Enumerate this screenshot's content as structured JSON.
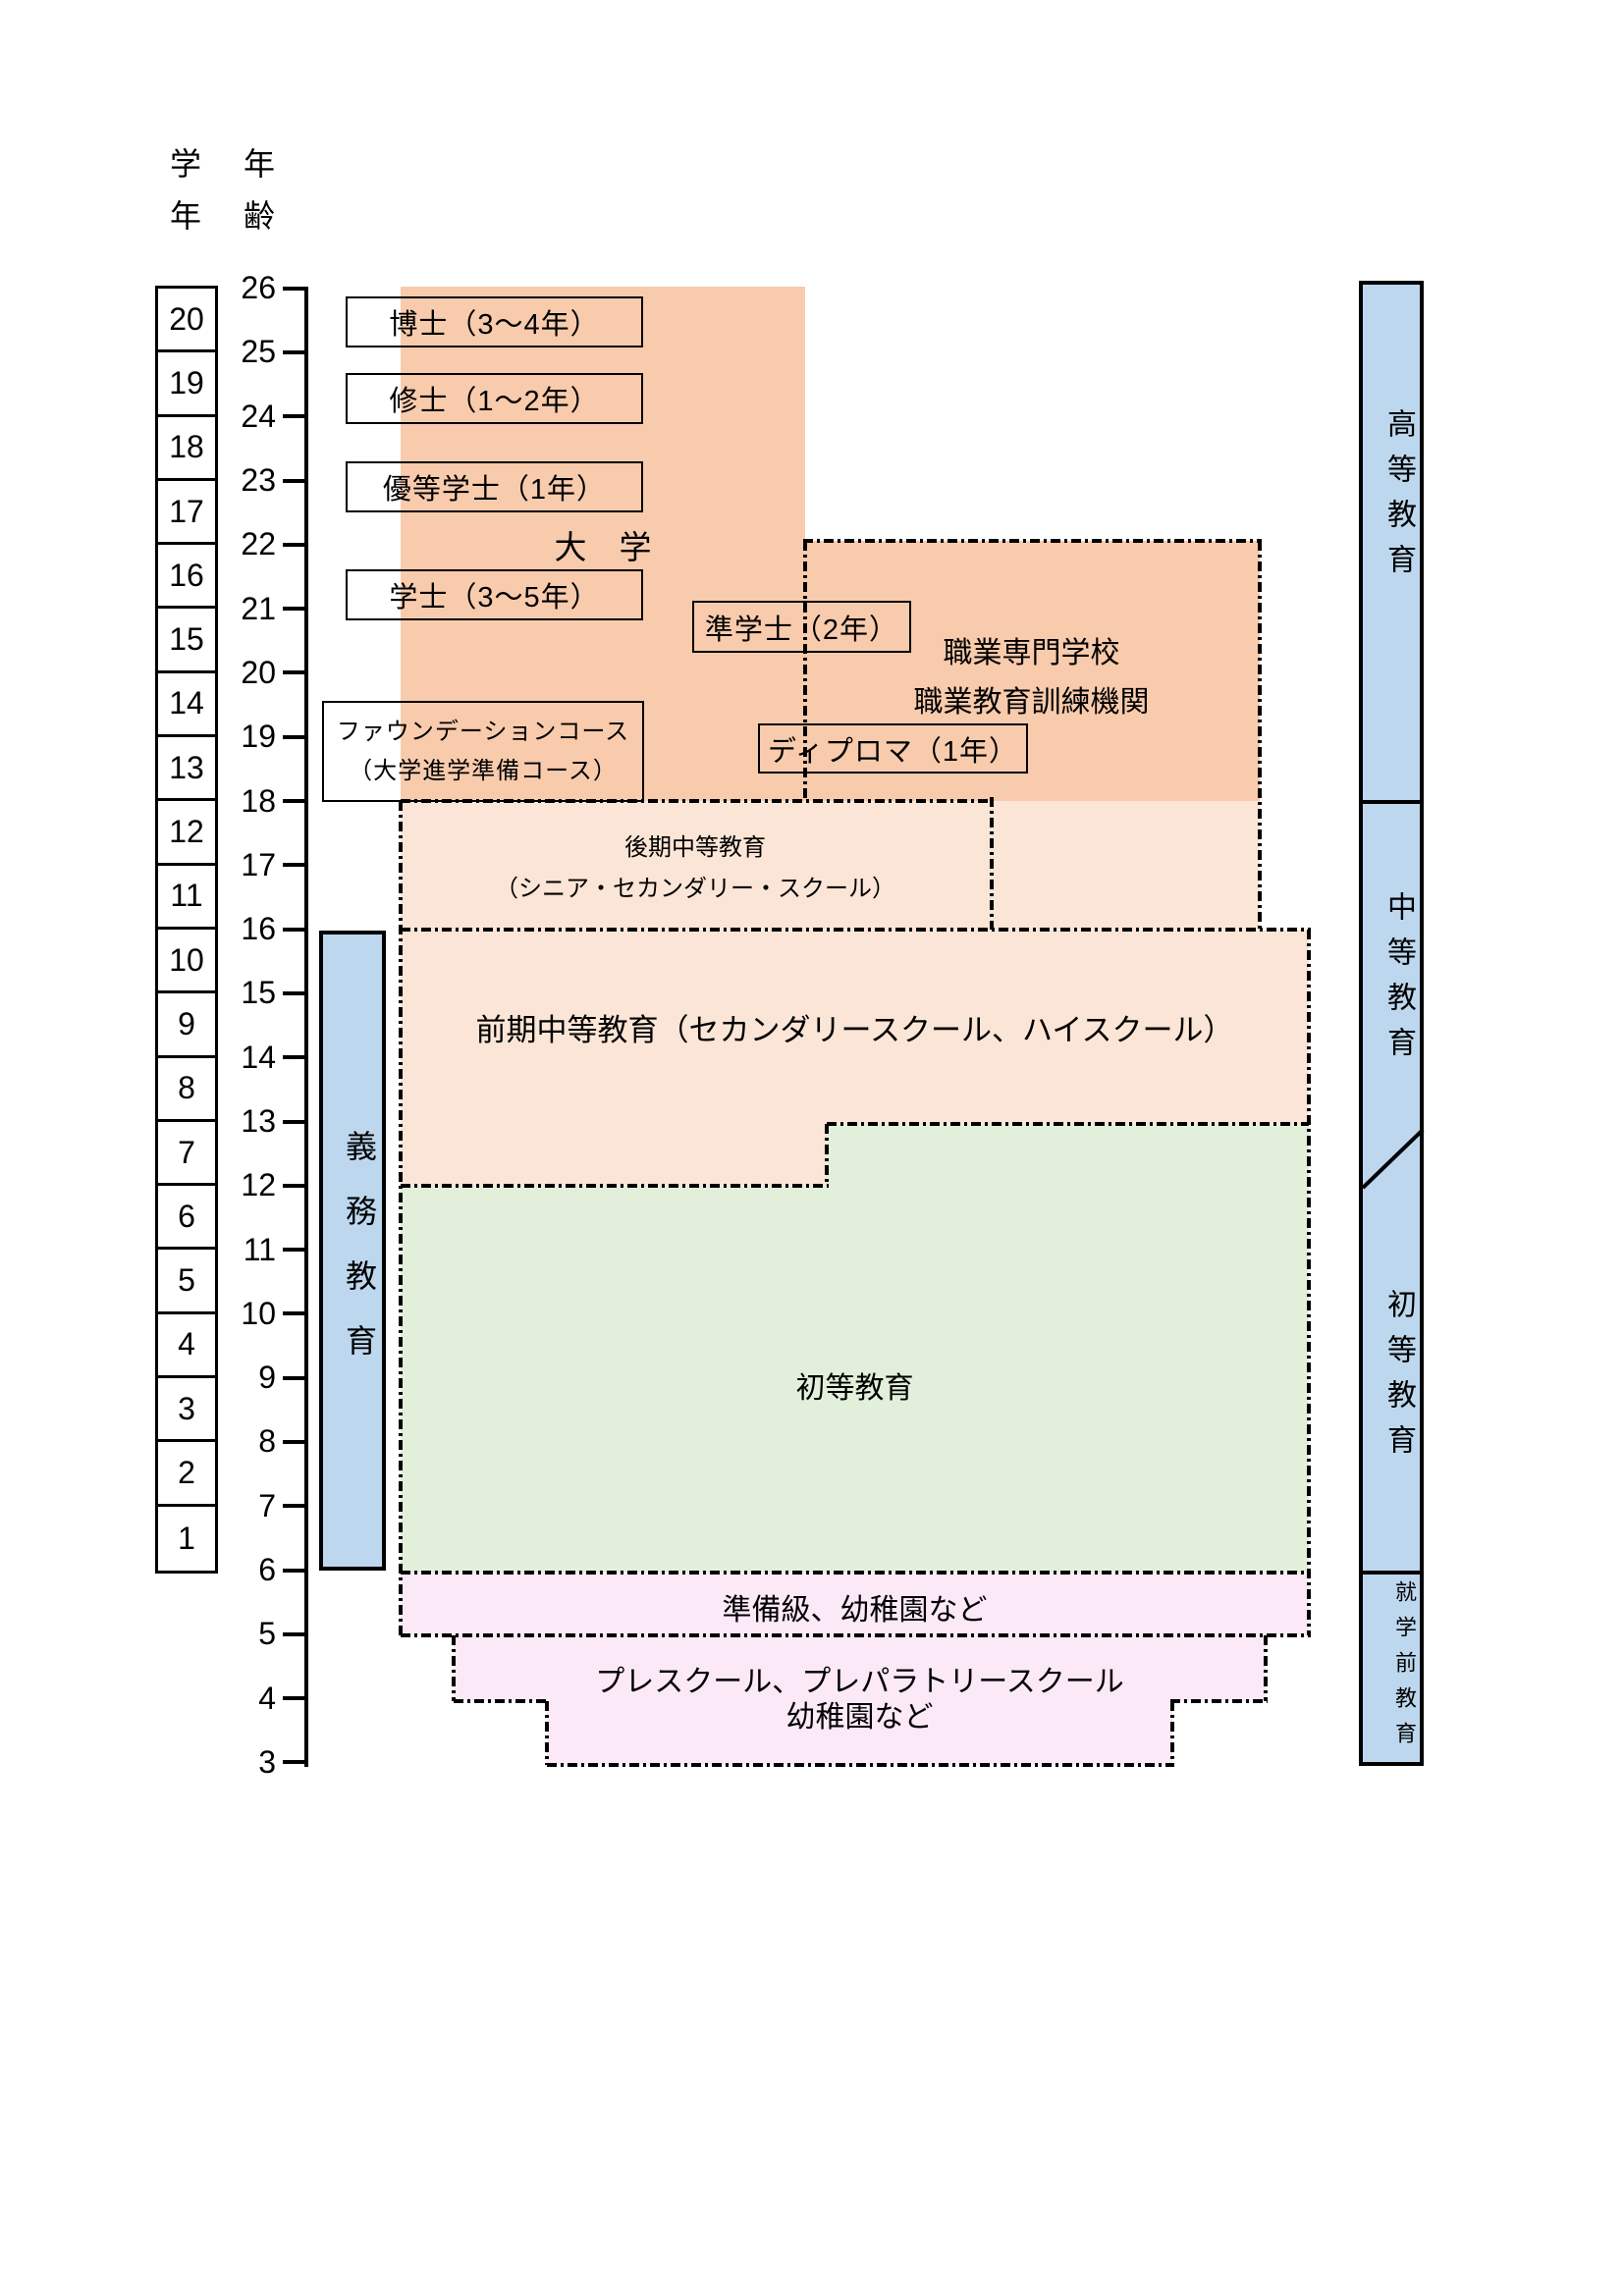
{
  "headers": {
    "school_year": "学年",
    "age": "年齢"
  },
  "school_years": [
    "20",
    "19",
    "18",
    "17",
    "16",
    "15",
    "14",
    "13",
    "12",
    "11",
    "10",
    "9",
    "8",
    "7",
    "6",
    "5",
    "4",
    "3",
    "2",
    "1"
  ],
  "ages": [
    "26",
    "25",
    "24",
    "23",
    "22",
    "21",
    "20",
    "19",
    "18",
    "17",
    "16",
    "15",
    "14",
    "13",
    "12",
    "11",
    "10",
    "9",
    "8",
    "7",
    "6",
    "5",
    "4",
    "3"
  ],
  "university": {
    "label": "大　学",
    "degrees": [
      "博士（3～4年）",
      "修士（1～2年）",
      "優等学士（1年）",
      "学士（3～5年）"
    ],
    "foundation_line1": "ファウンデーションコース",
    "foundation_line2": "（大学進学準備コース）"
  },
  "vocational": {
    "name_line1": "職業専門学校",
    "name_line2": "職業教育訓練機関",
    "associate": "準学士（2年）",
    "diploma": "ディプロマ（1年）"
  },
  "secondary": {
    "upper_line1": "後期中等教育",
    "upper_line2": "（シニア・セカンダリー・スクール）",
    "junior": "前期中等教育（セカンダリースクール、ハイスクール）"
  },
  "primary": {
    "label": "初等教育"
  },
  "preschool": {
    "prep": "準備級、幼稚園など",
    "pre_line1": "プレスクール、プレパラトリースクール",
    "pre_line2": "幼稚園など"
  },
  "compulsory": {
    "label": "義務教育"
  },
  "right_bars": {
    "higher": "高等教育",
    "secondary": "中等教育",
    "primary": "初等教育",
    "preschool": "就学前教育"
  },
  "colors": {
    "higher_ed_fill": "#F8CBAD",
    "secondary_fill": "#FBE5D6",
    "primary_fill": "#E2EFDA",
    "preschool_fill": "#FBE9F7",
    "bar_blue": "#BDD7EE",
    "line": "#000000"
  }
}
